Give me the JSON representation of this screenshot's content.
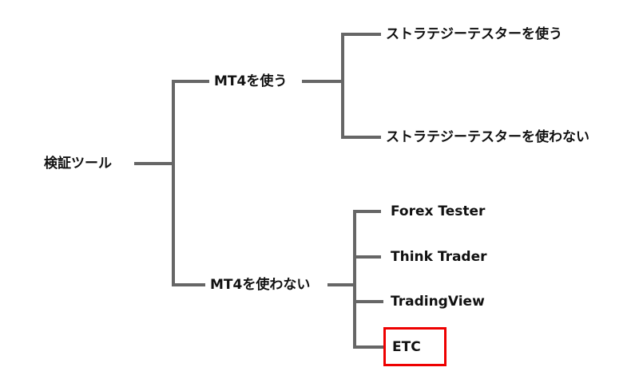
{
  "root": {
    "label": "検証ツール"
  },
  "branches": [
    {
      "label": "MT4を使う",
      "children": [
        "ストラテジーテスターを使う",
        "ストラテジーテスターを使わない"
      ]
    },
    {
      "label": "MT4を使わない",
      "children": [
        "Forex Tester",
        "Think Trader",
        "TradingView",
        "ETC"
      ]
    }
  ],
  "highlighted": "ETC",
  "colors": {
    "line": "#666666",
    "highlight": "#ee0000",
    "text": "#111111"
  }
}
